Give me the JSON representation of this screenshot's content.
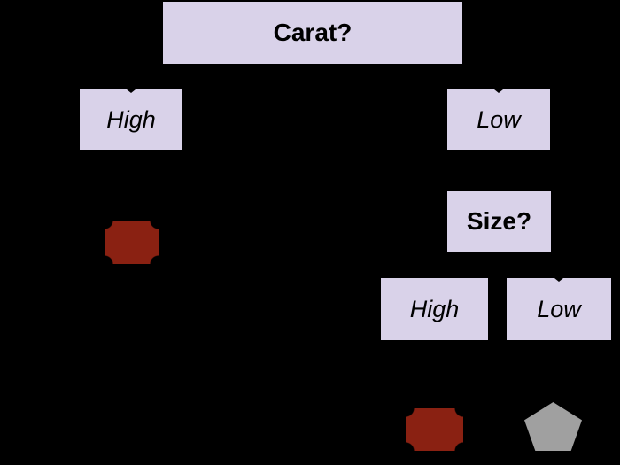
{
  "colors": {
    "page-bg": "#000000",
    "node-fill": "#d9d2e9",
    "node-text": "#000000",
    "leaf-red": "#8a2112",
    "leaf-gray": "#a0a0a0",
    "connector": "#000000"
  },
  "diagram": {
    "type": "decision-tree",
    "root": {
      "label": "Carat?"
    },
    "branches": {
      "carat_high": {
        "label": "High"
      },
      "carat_low": {
        "label": "Low"
      }
    },
    "size_question": {
      "label": "Size?"
    },
    "size_branches": {
      "size_high": {
        "label": "High"
      },
      "size_low": {
        "label": "Low"
      }
    },
    "leaves": {
      "carat_high_leaf": {
        "icon": "red-notched-octagon-icon",
        "shape": "rectangle-with-concave-corners",
        "color": "#8a2112"
      },
      "size_high_leaf": {
        "icon": "red-notched-octagon-icon",
        "shape": "rectangle-with-concave-corners",
        "color": "#8a2112"
      },
      "size_low_leaf": {
        "icon": "gray-pentagon-icon",
        "shape": "pentagon",
        "color": "#a0a0a0"
      }
    }
  }
}
